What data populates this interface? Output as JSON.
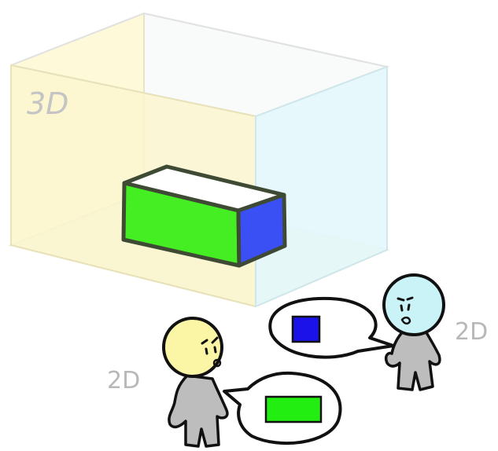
{
  "labels": {
    "space_3d": "3D",
    "person_left_2d": "2D",
    "person_right_2d": "2D"
  },
  "colors": {
    "front_wall": "#fbf6cf",
    "side_wall": "#e3f7fb",
    "box_front": "#44ee22",
    "box_side": "#3a50f5",
    "box_top": "#ffffff",
    "box_outline": "#3f4a34",
    "person_left_head": "#fbf5a6",
    "person_right_head": "#c9f3f7",
    "body": "#bdbdbd",
    "bubble_square": "#1a12e8",
    "bubble_rect": "#22ee11",
    "label_gray": "#b8b8b8"
  }
}
